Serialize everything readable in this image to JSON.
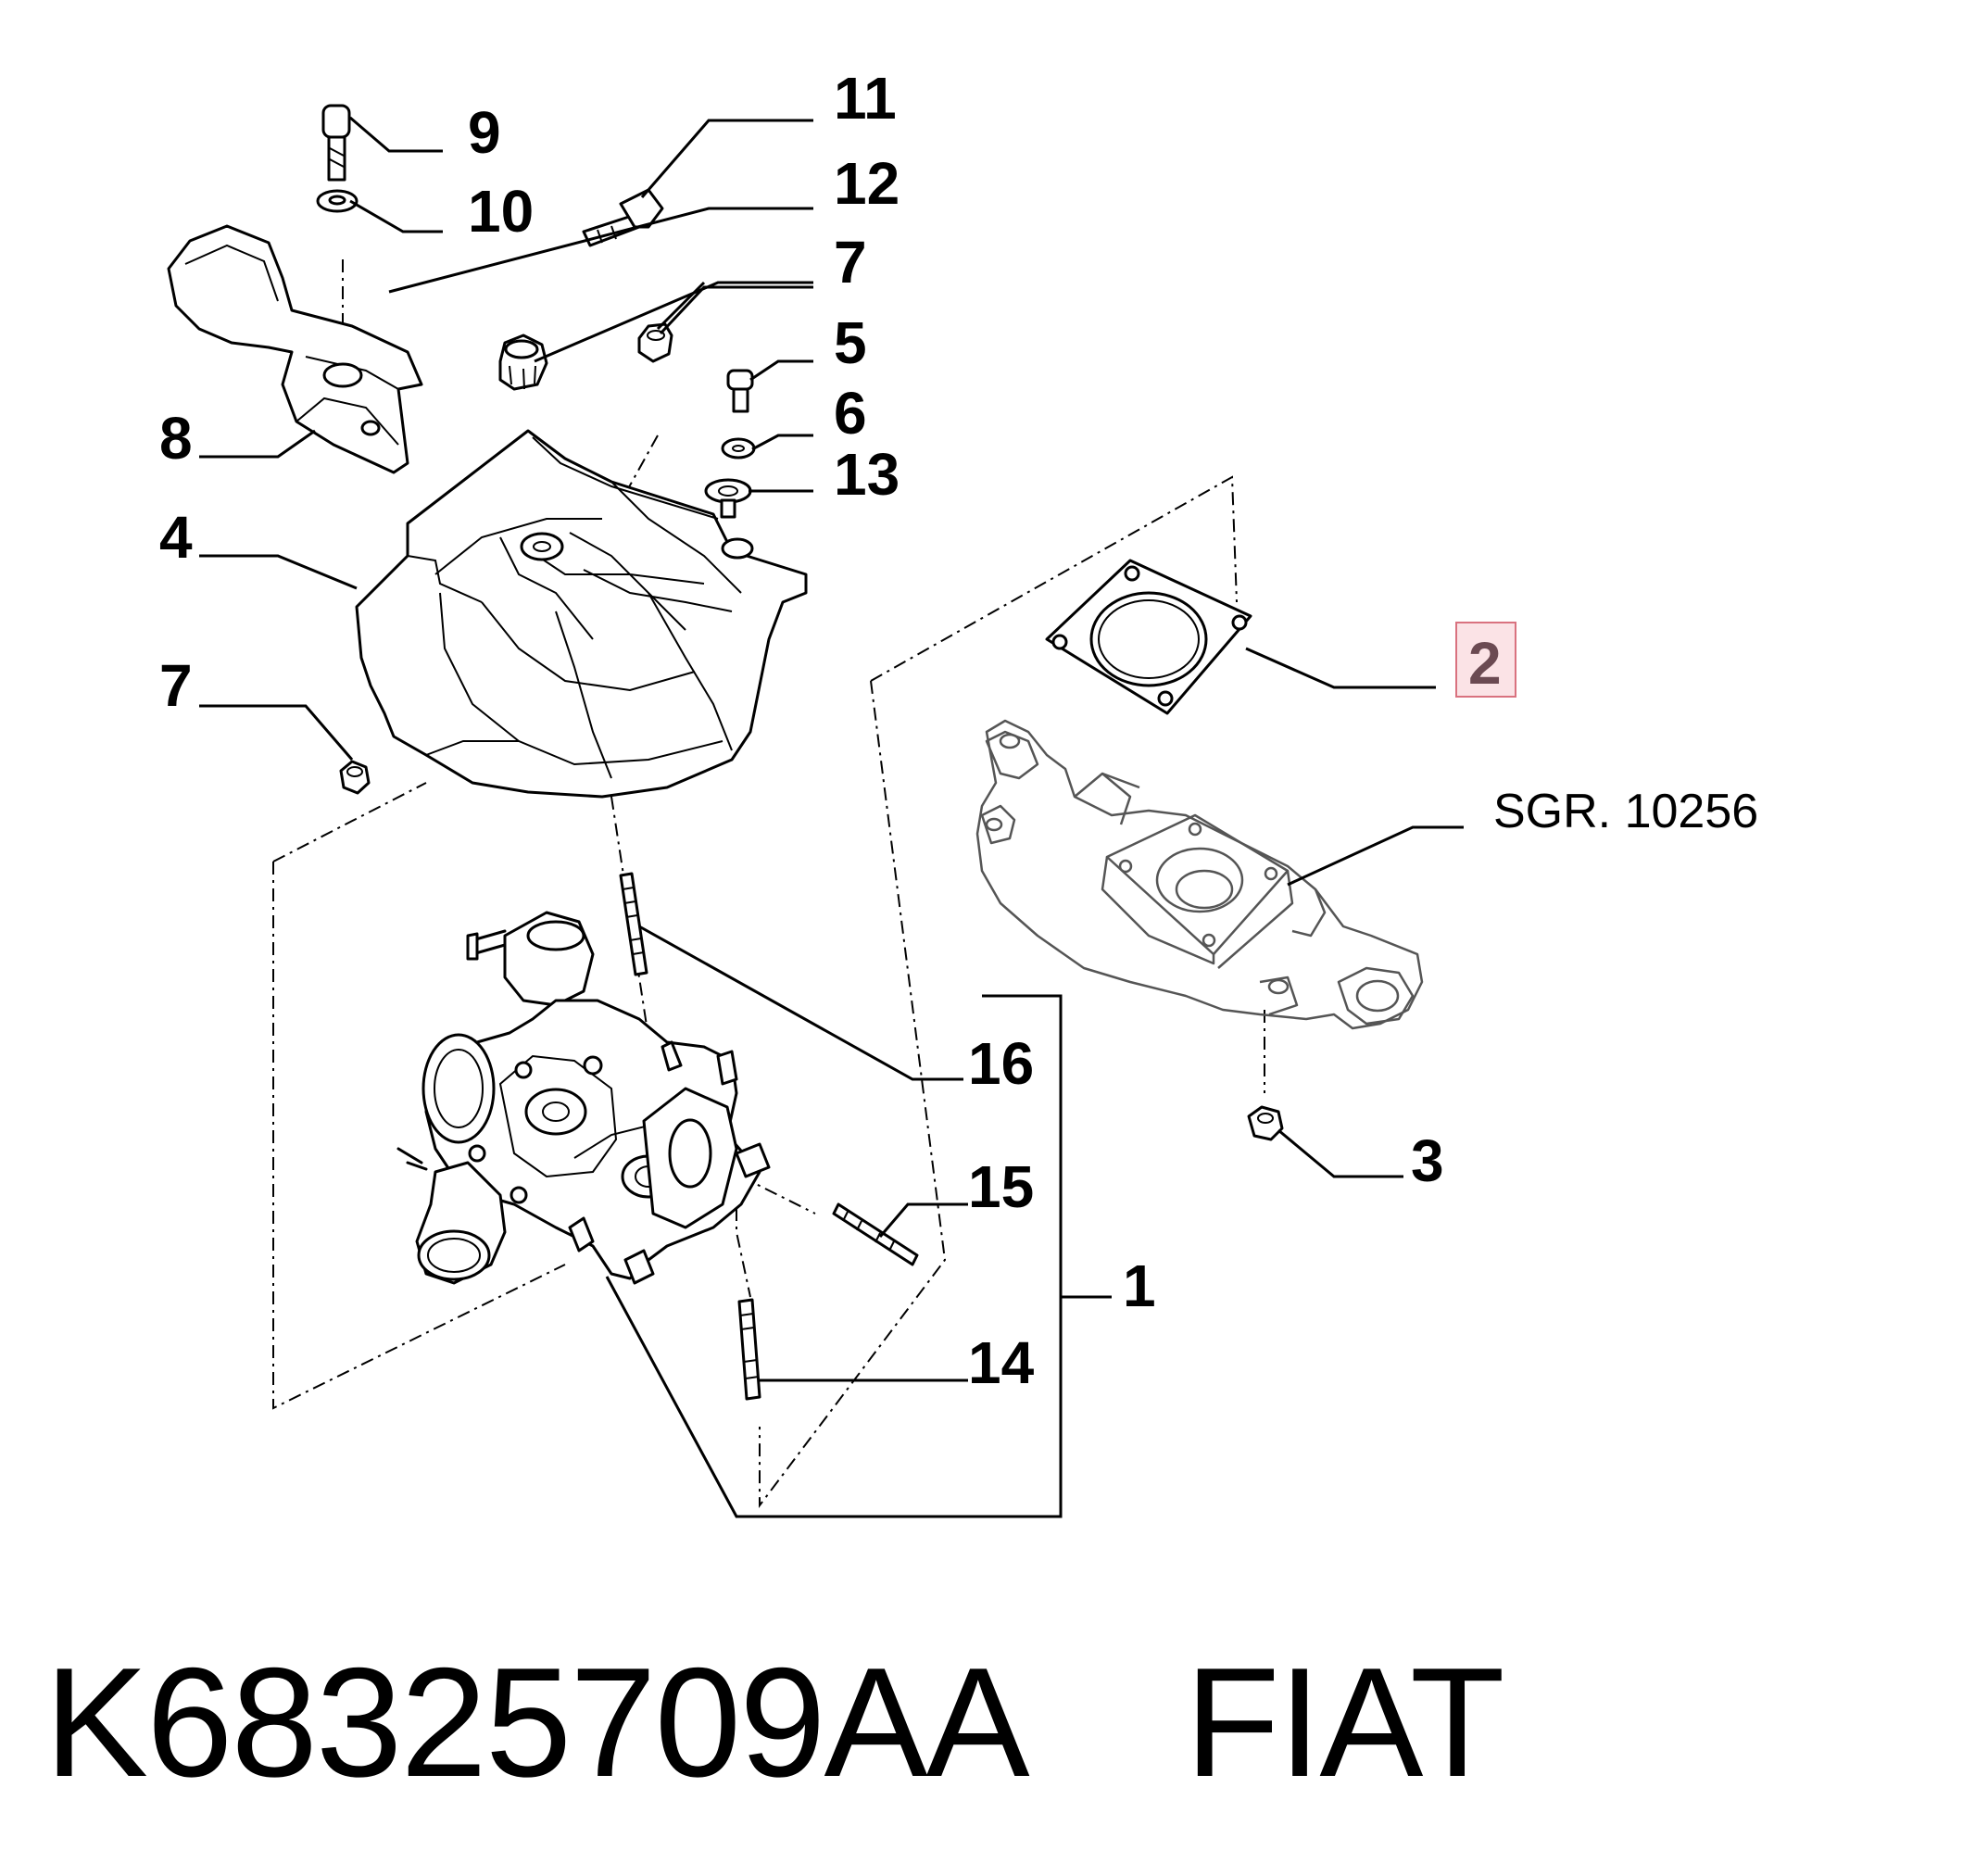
{
  "callouts": {
    "c1": "1",
    "c2": "2",
    "c3": "3",
    "c4": "4",
    "c5": "5",
    "c6": "6",
    "c7a": "7",
    "c7b": "7",
    "c8": "8",
    "c9": "9",
    "c10": "10",
    "c11": "11",
    "c12": "12",
    "c13": "13",
    "c14": "14",
    "c15": "15",
    "c16": "16"
  },
  "reference_group": "SGR. 10256",
  "highlighted_callout": "2",
  "footer": {
    "part_number": "K68325709AA",
    "brand": "FIAT"
  },
  "colors": {
    "highlight_fill": "#fbe3e6",
    "highlight_border": "#d9727f",
    "highlight_text": "#6b4a52",
    "manifold_lines": "#555555"
  },
  "icons": {
    "parts": [
      "turbocharger",
      "heat-shield",
      "exhaust-manifold",
      "gasket",
      "bracket",
      "bolt",
      "washer",
      "nut",
      "stud"
    ]
  }
}
